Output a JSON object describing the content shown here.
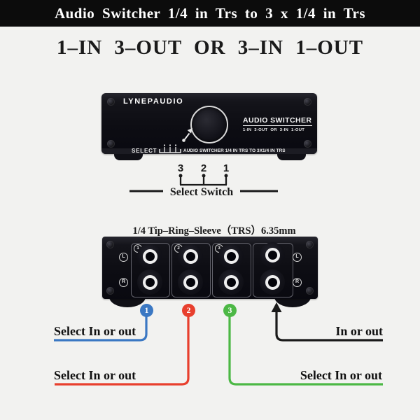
{
  "header": {
    "title": "Audio Switcher 1/4 in Trs to 3 x 1/4 in Trs"
  },
  "headline": "1–IN 3–OUT OR 3–IN 1–OUT",
  "front_device": {
    "brand": "LYNEPAUDIO",
    "panel_title": "AUDIO SWITCHER",
    "panel_subtitle": "1-IN 3-OUT OR 3-IN 1-OUT",
    "select_label": "SELECT",
    "bottom_label": "AUDIO SWITCHER 1/4 IN TRS TO 3X1/4 IN TRS"
  },
  "select_switch": {
    "positions": [
      "3",
      "2",
      "1"
    ],
    "label": "Select Switch"
  },
  "trs_note": "1/4 Tip–Ring–Sleeve（TRS）6.35mm",
  "rear_device": {
    "groups": [
      {
        "number": "1"
      },
      {
        "number": "2"
      },
      {
        "number": "3"
      },
      {
        "number": ""
      }
    ],
    "channel_labels": {
      "left": [
        "L",
        "R"
      ],
      "right": [
        "L",
        "R"
      ]
    }
  },
  "annotations": {
    "markers": [
      {
        "number": "1",
        "color": "#3b78c3",
        "label": "Select In or out"
      },
      {
        "number": "2",
        "color": "#e8402e",
        "label": "Select In or out"
      },
      {
        "number": "3",
        "color": "#4cb845",
        "label": "Select In or out"
      },
      {
        "number": "",
        "color": "#1a1a1a",
        "label": "In or out"
      }
    ]
  }
}
